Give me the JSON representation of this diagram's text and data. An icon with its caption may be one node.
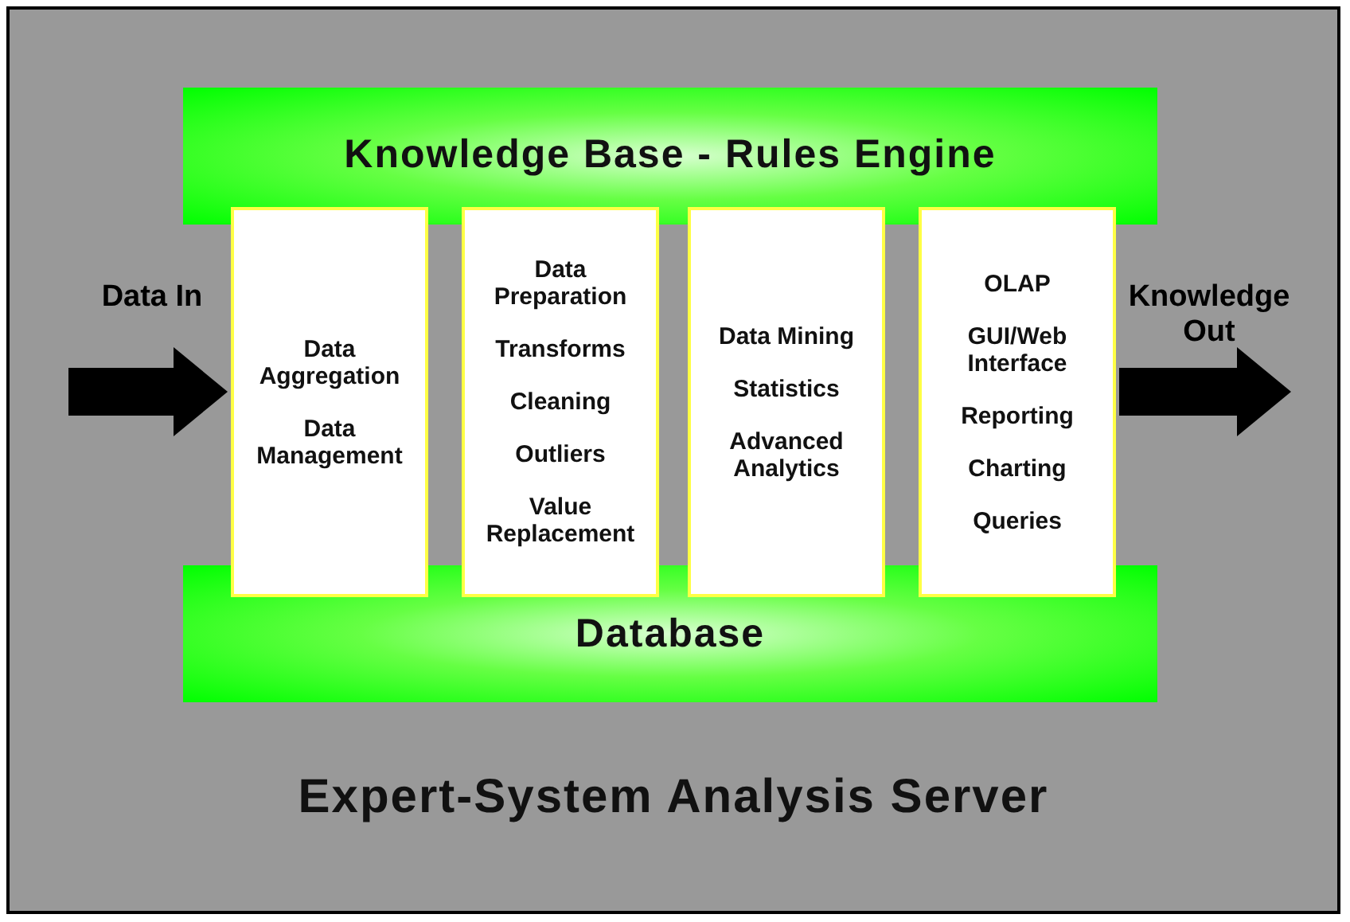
{
  "diagram": {
    "title": "Expert-System Analysis Server",
    "nodes": [
      {
        "text": [
          "Knowledge Base - Rules Engine"
        ]
      },
      {
        "text": [
          "Data Aggregation",
          "Data Management"
        ]
      },
      {
        "text": [
          "Data Preparation",
          "Transforms",
          "Cleaning",
          "Outliers",
          "Value Replacement"
        ]
      },
      {
        "text": [
          "Data Mining",
          "Statistics",
          "Advanced Analytics"
        ]
      },
      {
        "text": [
          "OLAP",
          "GUI/Web Interface",
          "Reporting",
          "Charting",
          "Queries"
        ]
      },
      {
        "text": [
          "Database"
        ]
      }
    ],
    "edges": [
      {
        "from": null,
        "to": 1,
        "arrow": "to",
        "label": "Data In"
      },
      {
        "from": 4,
        "to": null,
        "arrow": "to",
        "label": "Knowledge Out"
      }
    ]
  }
}
